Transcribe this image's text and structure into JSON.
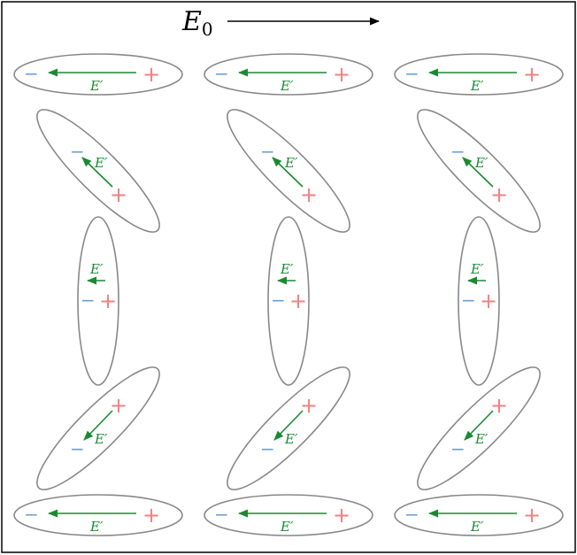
{
  "field": {
    "symbol": "E",
    "subscript": "0",
    "direction": "right"
  },
  "dipole": {
    "plus_sign": "+",
    "minus_sign": "−",
    "field_label": "E′"
  },
  "grid": {
    "columns": 3,
    "rows": 5,
    "orientations_deg": [
      0,
      45,
      90,
      -45,
      0
    ]
  },
  "colors": {
    "frame": "#000000",
    "ellipse": "#888888",
    "arrow": "#1a8a32",
    "plus": "#f08080",
    "minus": "#6fa0d8"
  }
}
